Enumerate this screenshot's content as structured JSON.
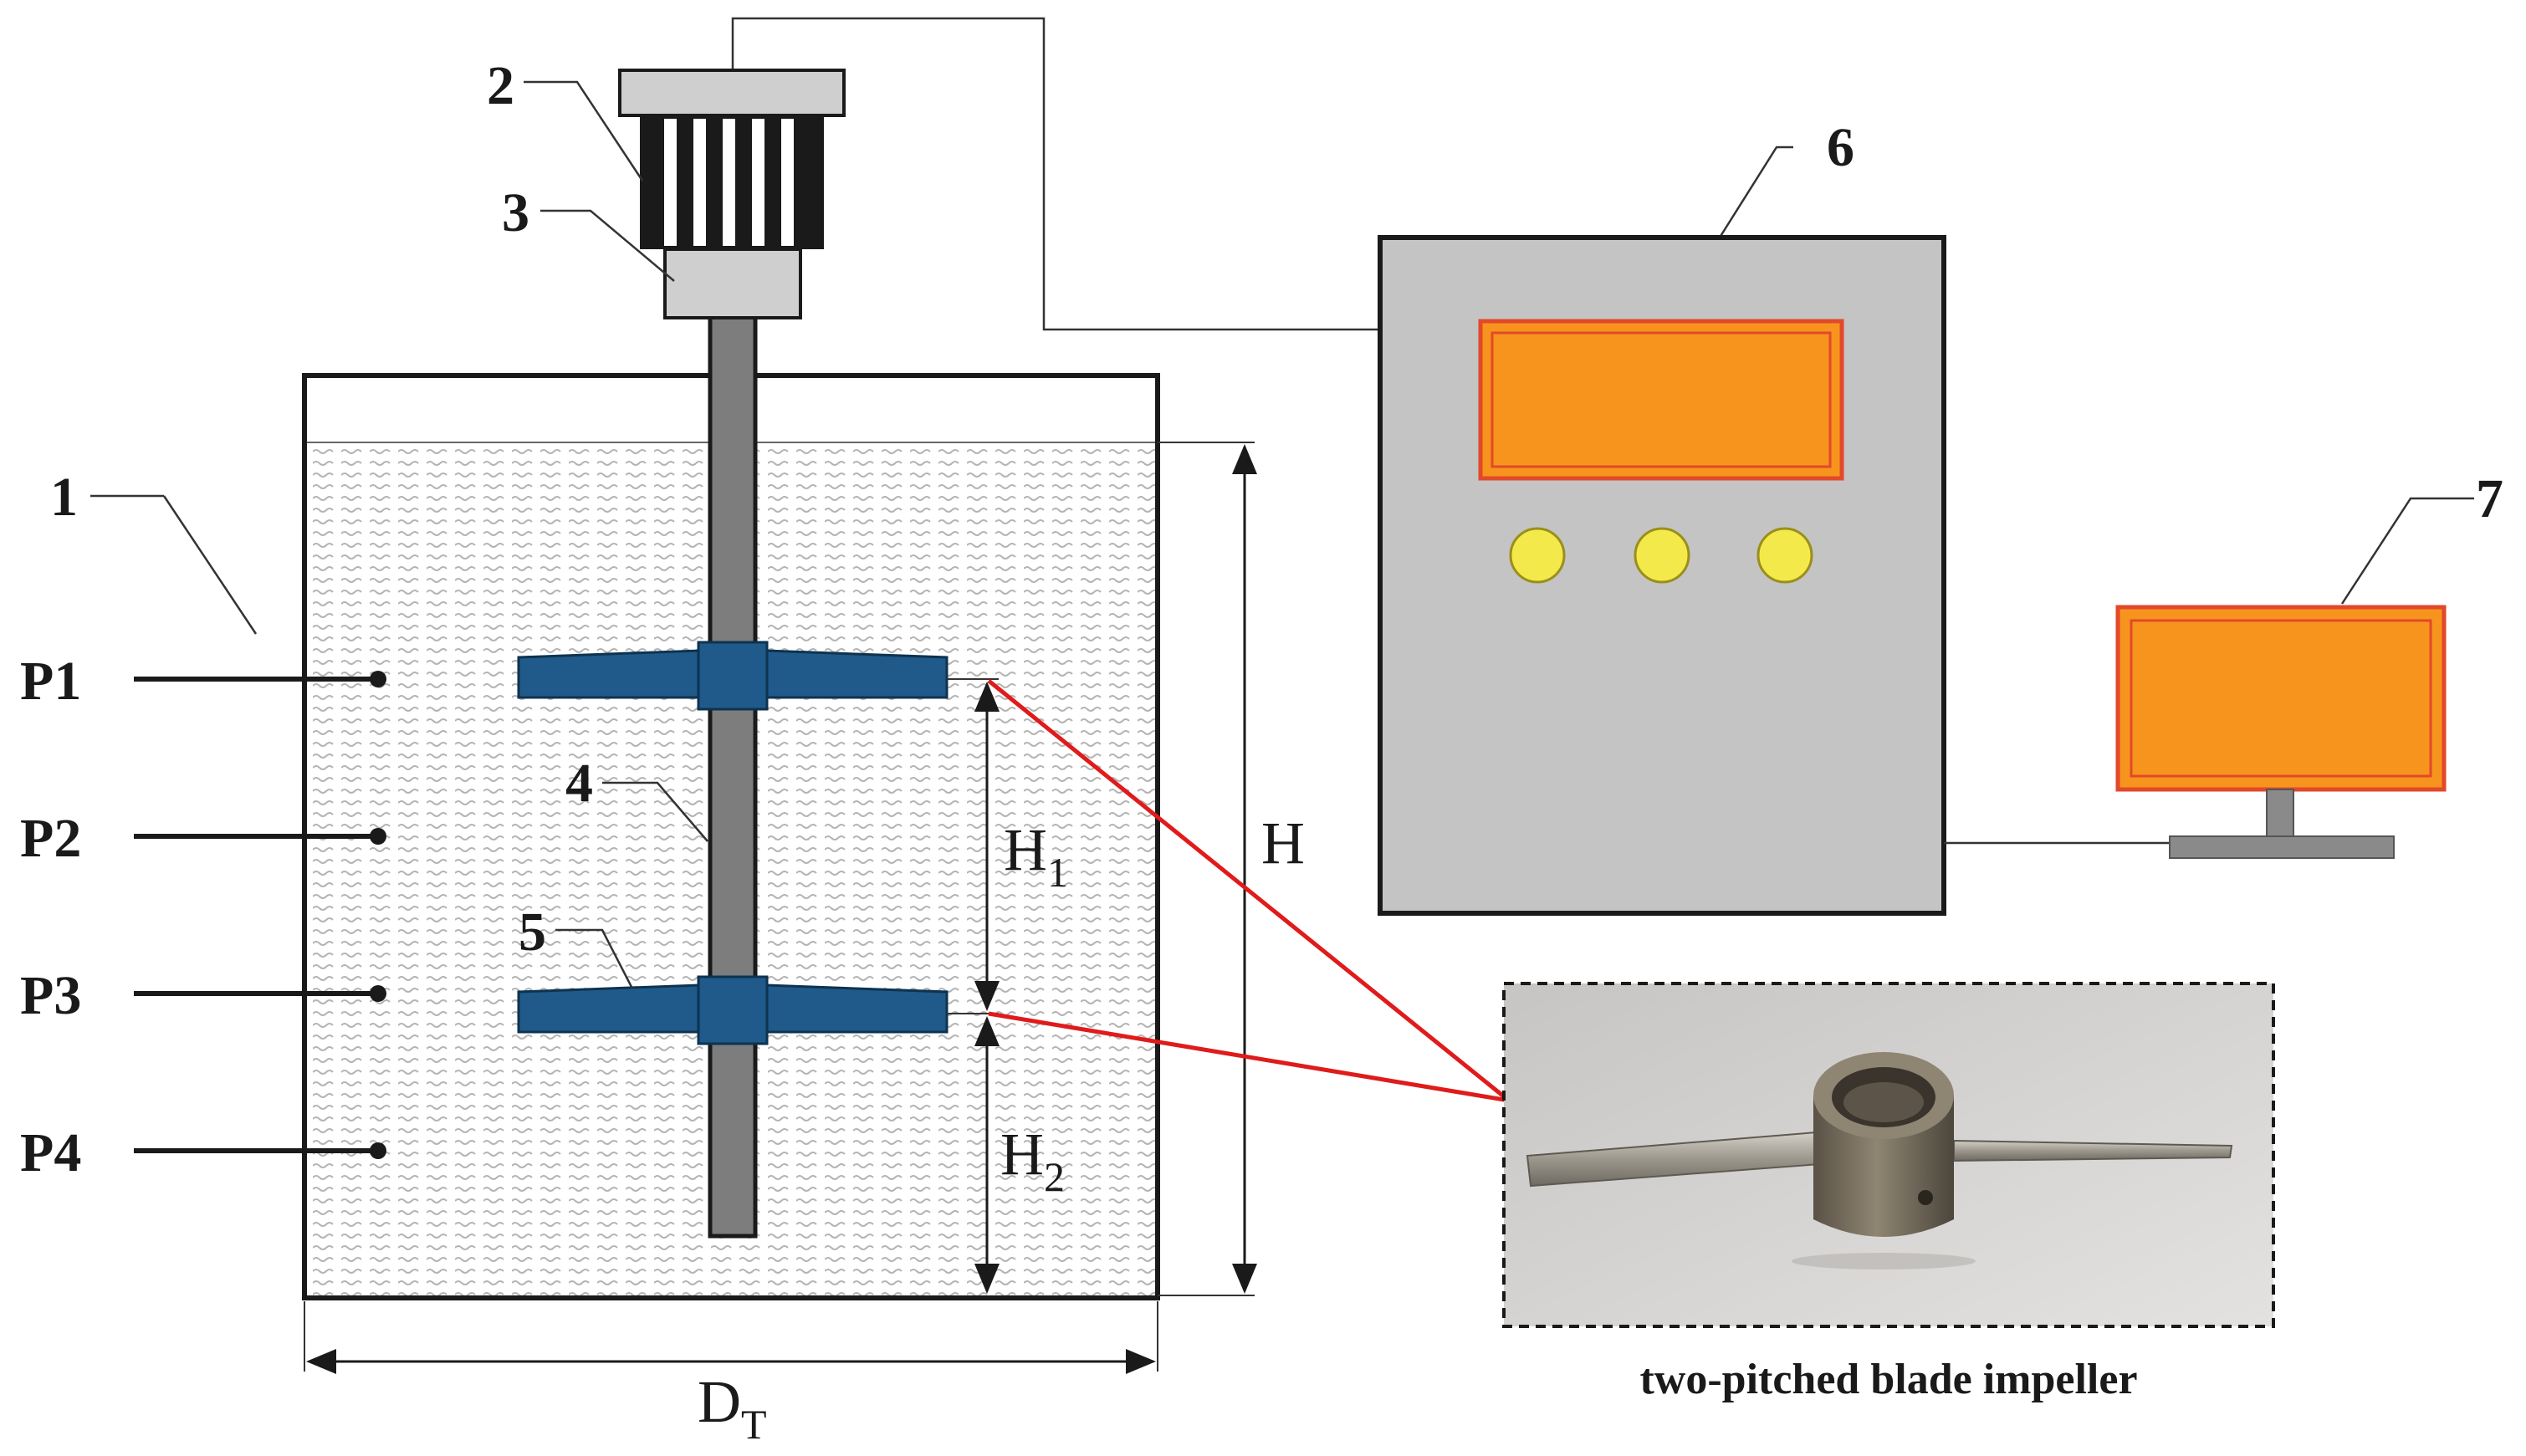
{
  "parts": {
    "tank": "1",
    "motor": "2",
    "coupling": "3",
    "shaft": "4",
    "impeller": "5",
    "controller": "6",
    "computer": "7"
  },
  "probes": [
    "P1",
    "P2",
    "P3",
    "P4"
  ],
  "dimensions": {
    "total_height": "H",
    "h1_main": "H",
    "h1_sub": "1",
    "h2_main": "H",
    "h2_sub": "2",
    "diameter_main": "D",
    "diameter_sub": "T"
  },
  "inset": {
    "caption": "two-pitched blade impeller"
  },
  "colors": {
    "impeller_blue": "#1f5a8a",
    "screen_orange": "#f7941d",
    "screen_border": "#e2492a",
    "button_yellow": "#f4e94a",
    "controller_gray": "#c4c4c4",
    "callout_red": "#e01b1b",
    "liquid_hatch": "#b8b8b8"
  }
}
